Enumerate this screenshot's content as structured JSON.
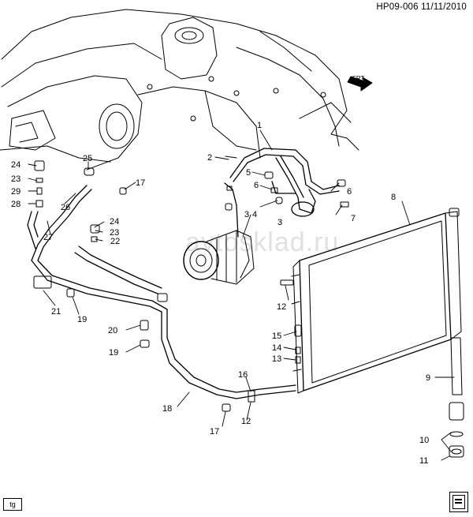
{
  "header": {
    "code": "HP09-006",
    "date": "11/11/2010"
  },
  "watermark": "avtosklad.ru",
  "corner_tag": "tg",
  "callouts": [
    {
      "id": "c1",
      "text": "1"
    },
    {
      "id": "c2",
      "text": "2"
    },
    {
      "id": "c3a",
      "text": "3"
    },
    {
      "id": "c3b",
      "text": "3"
    },
    {
      "id": "c4",
      "text": "4"
    },
    {
      "id": "c5",
      "text": "5"
    },
    {
      "id": "c6a",
      "text": "6"
    },
    {
      "id": "c6b",
      "text": "6"
    },
    {
      "id": "c7",
      "text": "7"
    },
    {
      "id": "c8",
      "text": "8"
    },
    {
      "id": "c9",
      "text": "9"
    },
    {
      "id": "c10",
      "text": "10"
    },
    {
      "id": "c11",
      "text": "11"
    },
    {
      "id": "c12a",
      "text": "12"
    },
    {
      "id": "c12b",
      "text": "12"
    },
    {
      "id": "c13",
      "text": "13"
    },
    {
      "id": "c14",
      "text": "14"
    },
    {
      "id": "c15",
      "text": "15"
    },
    {
      "id": "c16",
      "text": "16"
    },
    {
      "id": "c17a",
      "text": "17"
    },
    {
      "id": "c17b",
      "text": "17"
    },
    {
      "id": "c18",
      "text": "18"
    },
    {
      "id": "c19a",
      "text": "19"
    },
    {
      "id": "c19b",
      "text": "19"
    },
    {
      "id": "c20",
      "text": "20"
    },
    {
      "id": "c21",
      "text": "21"
    },
    {
      "id": "c22",
      "text": "22"
    },
    {
      "id": "c23a",
      "text": "23"
    },
    {
      "id": "c23b",
      "text": "23"
    },
    {
      "id": "c24a",
      "text": "24"
    },
    {
      "id": "c24b",
      "text": "24"
    },
    {
      "id": "c25",
      "text": "25"
    },
    {
      "id": "c26",
      "text": "26"
    },
    {
      "id": "c27",
      "text": "27"
    },
    {
      "id": "c28",
      "text": "28"
    },
    {
      "id": "c29",
      "text": "29"
    }
  ],
  "front_arrow_label": "FRT"
}
